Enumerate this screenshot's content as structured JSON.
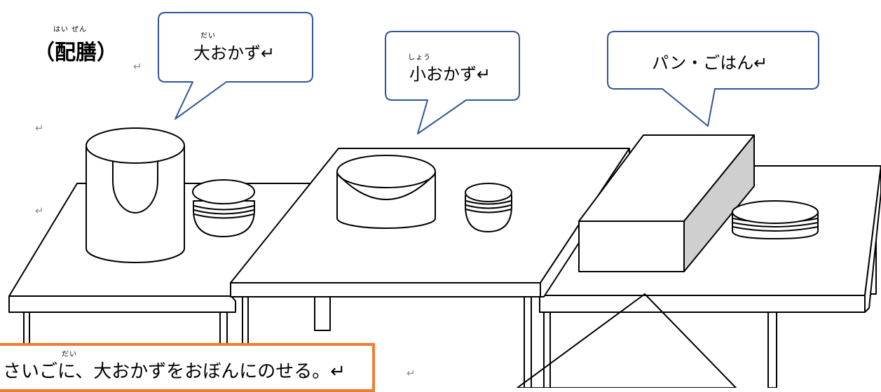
{
  "heading": {
    "ruby": "はい ぜん",
    "text": "（配膳）",
    "return_mark": "↵"
  },
  "bubbles": [
    {
      "id": "bubble-large-dish",
      "ruby": "だい",
      "text": "大おかず↵"
    },
    {
      "id": "bubble-small-dish",
      "ruby": "しょう",
      "text": "小おかず↵"
    },
    {
      "id": "bubble-bread-rice",
      "ruby": "",
      "text": "パン・ごはん↵"
    }
  ],
  "margin_marks": [
    "↵",
    "↵",
    "↵"
  ],
  "instruction": {
    "ruby": "だい",
    "text": "さいごに、大おかずをおぼんにのせる。↵"
  },
  "colors": {
    "note_border": "#ED7D31",
    "bubble_border": "#2F5597",
    "line": "#000000",
    "return_mark": "#8a8a8a"
  }
}
